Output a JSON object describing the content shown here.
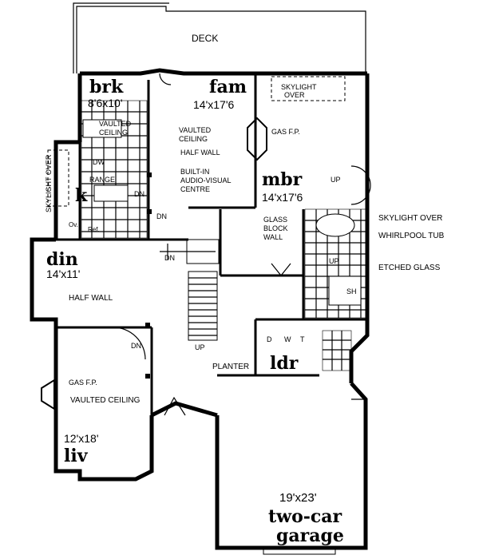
{
  "plan": {
    "deck": "DECK",
    "brk": {
      "name": "brk",
      "size": "8'6x10'"
    },
    "fam": {
      "name": "fam",
      "size": "14'x17'6"
    },
    "mbr": {
      "name": "mbr",
      "size": "14'x17'6"
    },
    "din": {
      "name": "din",
      "size": "14'x11'"
    },
    "k": {
      "name": "k"
    },
    "ldr": {
      "name": "ldr"
    },
    "liv": {
      "name": "liv",
      "size": "12'x18'"
    },
    "garage": {
      "size": "19'x23'",
      "name": "two-car",
      "name2": "garage"
    },
    "notes": {
      "skylight_over_fam_1": "SKYLIGHT",
      "skylight_over_fam_2": "OVER",
      "skylight_over_left": "SKYLIGHT OVER",
      "vaulted_ceiling_brk": "VAULTED",
      "vaulted_ceiling_brk_2": "CEILING",
      "vaulted_ceiling_fam": "VAULTED",
      "vaulted_ceiling_fam_2": "CEILING",
      "half_wall_fam": "HALF WALL",
      "gas_fp_fam": "GAS F.P.",
      "builtin_1": "BUILT-IN",
      "builtin_2": "AUDIO-VISUAL",
      "builtin_3": "CENTRE",
      "range": "RANGE",
      "dw": "DW",
      "dn_kitchen": "DN",
      "dn_hall": "DN",
      "dn_stair": "DN",
      "dn_liv": "DN",
      "ov": "Ov.",
      "ref": "Ref.",
      "up_mbr": "UP",
      "up_stair": "UP",
      "up_bath": "UP",
      "glass_block_1": "GLASS",
      "glass_block_2": "BLOCK",
      "glass_block_3": "WALL",
      "skylight_over_mbr": "SKYLIGHT  OVER",
      "whirlpool": "WHIRLPOOL TUB",
      "etched_glass": "ETCHED GLASS",
      "sh": "SH",
      "half_wall_din": "HALF WALL",
      "planter": "PLANTER",
      "d": "D",
      "w": "W",
      "t": "T",
      "gas_fp_liv": "GAS F.P.",
      "vaulted_ceiling_liv": "VAULTED CEILING"
    }
  }
}
